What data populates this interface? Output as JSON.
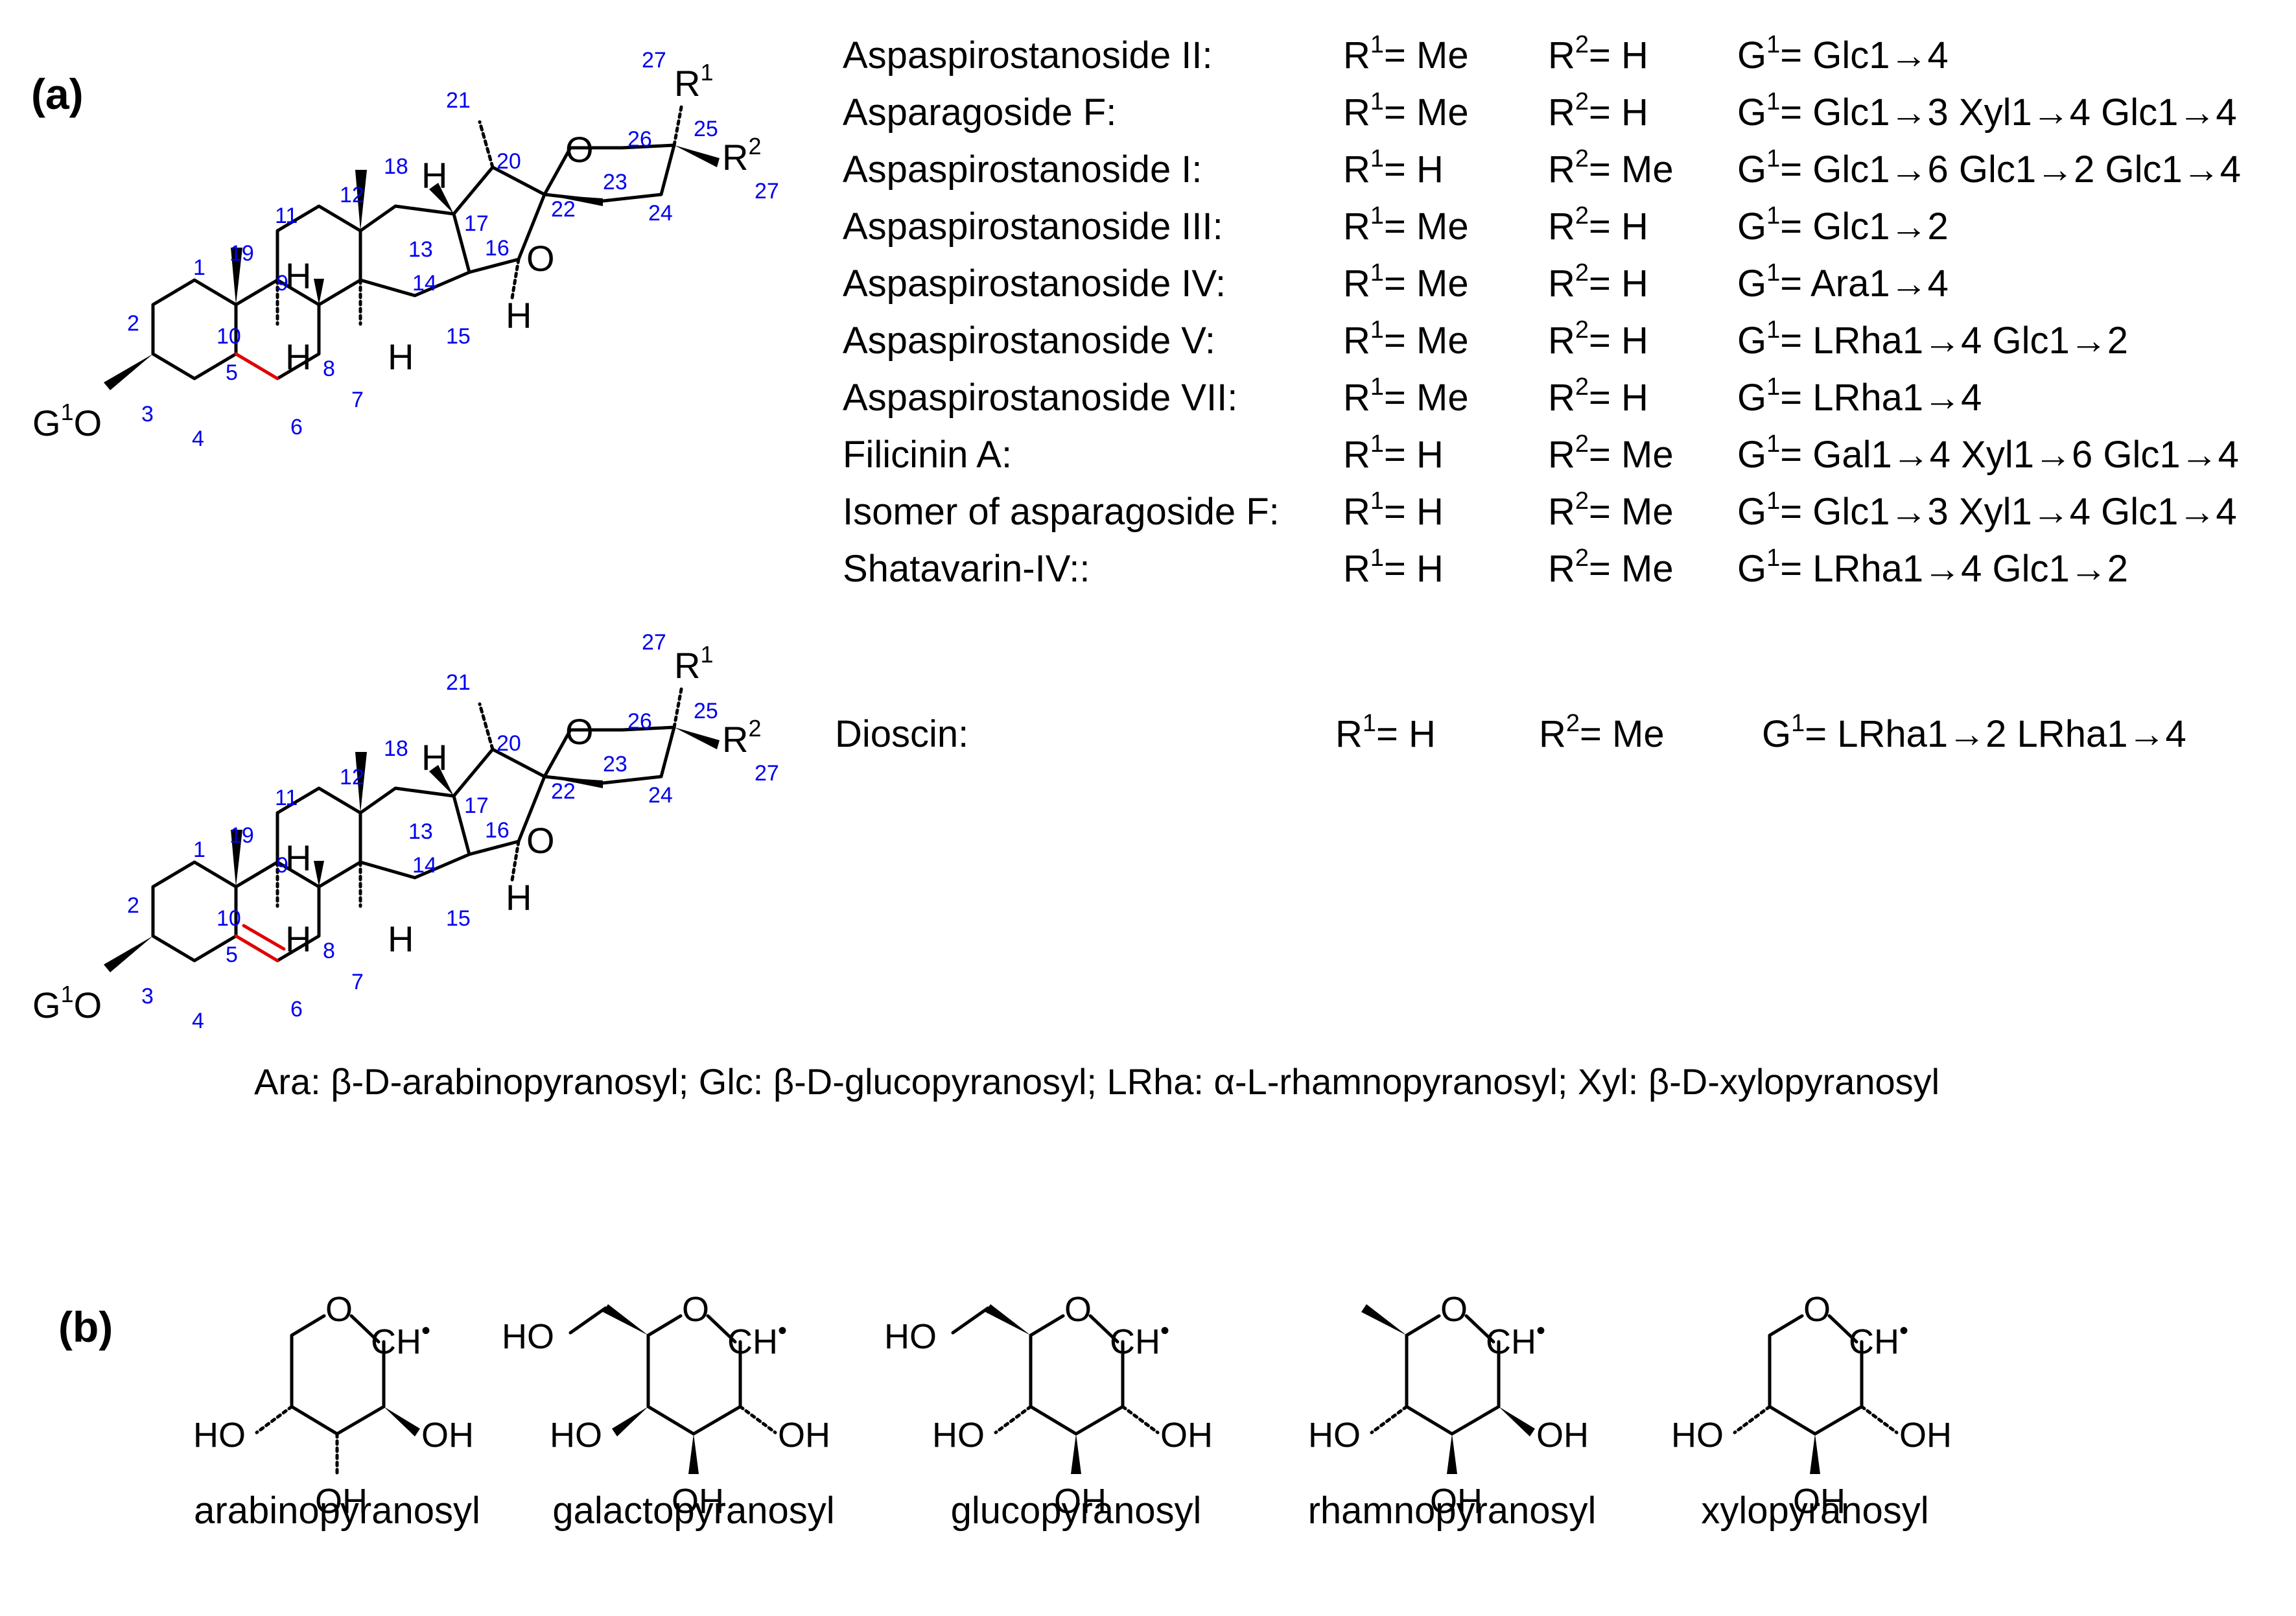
{
  "panels": {
    "a_label": "(a)",
    "b_label": "(b)"
  },
  "steroid": {
    "g1o": "G",
    "o_label": "O",
    "h": "H",
    "r": "R",
    "sup1": "1",
    "sup2": "2",
    "locants": [
      "1",
      "2",
      "3",
      "4",
      "5",
      "6",
      "7",
      "8",
      "9",
      "10",
      "11",
      "12",
      "13",
      "14",
      "15",
      "16",
      "17",
      "18",
      "19",
      "20",
      "21",
      "22",
      "23",
      "24",
      "25",
      "26",
      "27",
      "27"
    ]
  },
  "compounds": [
    {
      "name": "Aspaspirostanoside II:",
      "r1": "Me",
      "r2": "H",
      "g1": "Glc1→4"
    },
    {
      "name": "Asparagoside F:",
      "r1": "Me",
      "r2": "H",
      "g1": "Glc1→3 Xyl1→4 Glc1→4"
    },
    {
      "name": "Aspaspirostanoside I:",
      "r1": "H",
      "r2": "Me",
      "g1": "Glc1→6 Glc1→2 Glc1→4"
    },
    {
      "name": "Aspaspirostanoside III:",
      "r1": "Me",
      "r2": "H",
      "g1": "Glc1→2"
    },
    {
      "name": "Aspaspirostanoside IV:",
      "r1": "Me",
      "r2": "H",
      "g1": "Ara1→4"
    },
    {
      "name": "Aspaspirostanoside V:",
      "r1": "Me",
      "r2": "H",
      "g1": "LRha1→4 Glc1→2"
    },
    {
      "name": "Aspaspirostanoside VII:",
      "r1": "Me",
      "r2": "H",
      "g1": "LRha1→4"
    },
    {
      "name": "Filicinin A:",
      "r1": "H",
      "r2": "Me",
      "g1": "Gal1→4 Xyl1→6 Glc1→4"
    },
    {
      "name": "Isomer of asparagoside F:",
      "r1": "H",
      "r2": "Me",
      "g1": "Glc1→3 Xyl1→4 Glc1→4"
    },
    {
      "name": "Shatavarin-IV::",
      "r1": "H",
      "r2": "Me",
      "g1": "LRha1→4 Glc1→2"
    }
  ],
  "dioscin": {
    "name": "Dioscin:",
    "r1": "H",
    "r2": "Me",
    "g1": "LRha1→2 LRha1→4"
  },
  "table_tokens": {
    "r": "R",
    "g": "G",
    "eq": "= ",
    "sup1": "1",
    "sup2": "2"
  },
  "legend": "Ara: β-D-arabinopyranosyl;  Glc: β-D-glucopyranosyl;  LRha: α-L-rhamnopyranosyl;  Xyl: β-D-xylopyranosyl",
  "sugars": [
    {
      "name": "arabinopyranosyl"
    },
    {
      "name": "galactopyranosyl"
    },
    {
      "name": "glucopyranosyl"
    },
    {
      "name": "rhamnopyranosyl"
    },
    {
      "name": "xylopyranosyl"
    }
  ],
  "sugar_atoms": {
    "o": "O",
    "ch": "CH",
    "oh": "OH",
    "ho": "HO",
    "dot": "•"
  },
  "colors": {
    "locant": "#0000ee",
    "highlight_bond": "#e00000",
    "text": "#000000"
  }
}
